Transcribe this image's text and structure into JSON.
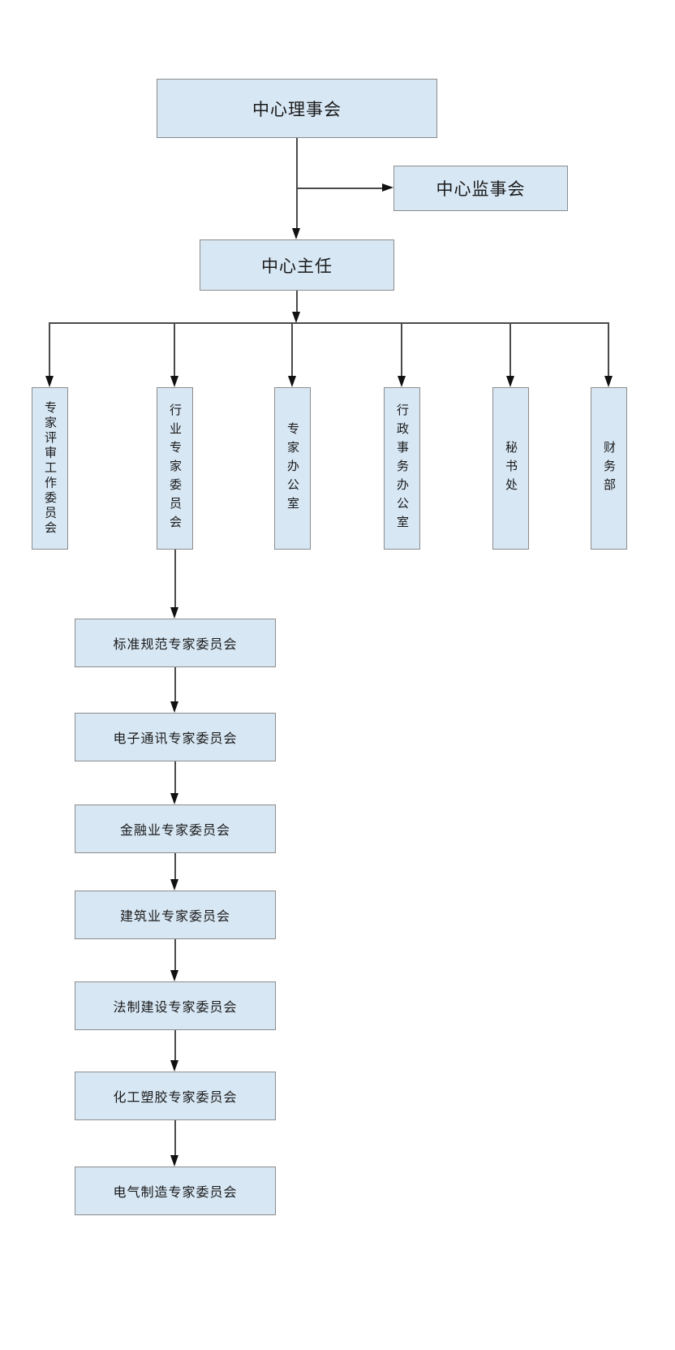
{
  "styles": {
    "background": "#ffffff",
    "box_fill": "#d7e7f4",
    "box_border": "#8c8c8c",
    "line_color": "#4a4a4a",
    "arrow_color": "#111111",
    "text_color": "#1a1a1a"
  },
  "org": {
    "type": "org-chart",
    "board": "中心理事会",
    "supervisory_board": "中心监事会",
    "director": "中心主任",
    "departments": [
      "专家评审工作委员会",
      "行业专家委员会",
      "专家办公室",
      "行政事务办公室",
      "秘书处",
      "财务部"
    ],
    "industry_committees": [
      "标准规范专家委员会",
      "电子通讯专家委员会",
      "金融业专家委员会",
      "建筑业专家委员会",
      "法制建设专家委员会",
      "化工塑胶专家委员会",
      "电气制造专家委员会"
    ],
    "edges": [
      [
        "中心理事会",
        "中心主任"
      ],
      [
        "中心理事会",
        "中心监事会"
      ],
      [
        "中心主任",
        "专家评审工作委员会"
      ],
      [
        "中心主任",
        "行业专家委员会"
      ],
      [
        "中心主任",
        "专家办公室"
      ],
      [
        "中心主任",
        "行政事务办公室"
      ],
      [
        "中心主任",
        "秘书处"
      ],
      [
        "中心主任",
        "财务部"
      ],
      [
        "行业专家委员会",
        "标准规范专家委员会"
      ],
      [
        "标准规范专家委员会",
        "电子通讯专家委员会"
      ],
      [
        "电子通讯专家委员会",
        "金融业专家委员会"
      ],
      [
        "金融业专家委员会",
        "建筑业专家委员会"
      ],
      [
        "建筑业专家委员会",
        "法制建设专家委员会"
      ],
      [
        "法制建设专家委员会",
        "化工塑胶专家委员会"
      ],
      [
        "化工塑胶专家委员会",
        "电气制造专家委员会"
      ]
    ]
  }
}
